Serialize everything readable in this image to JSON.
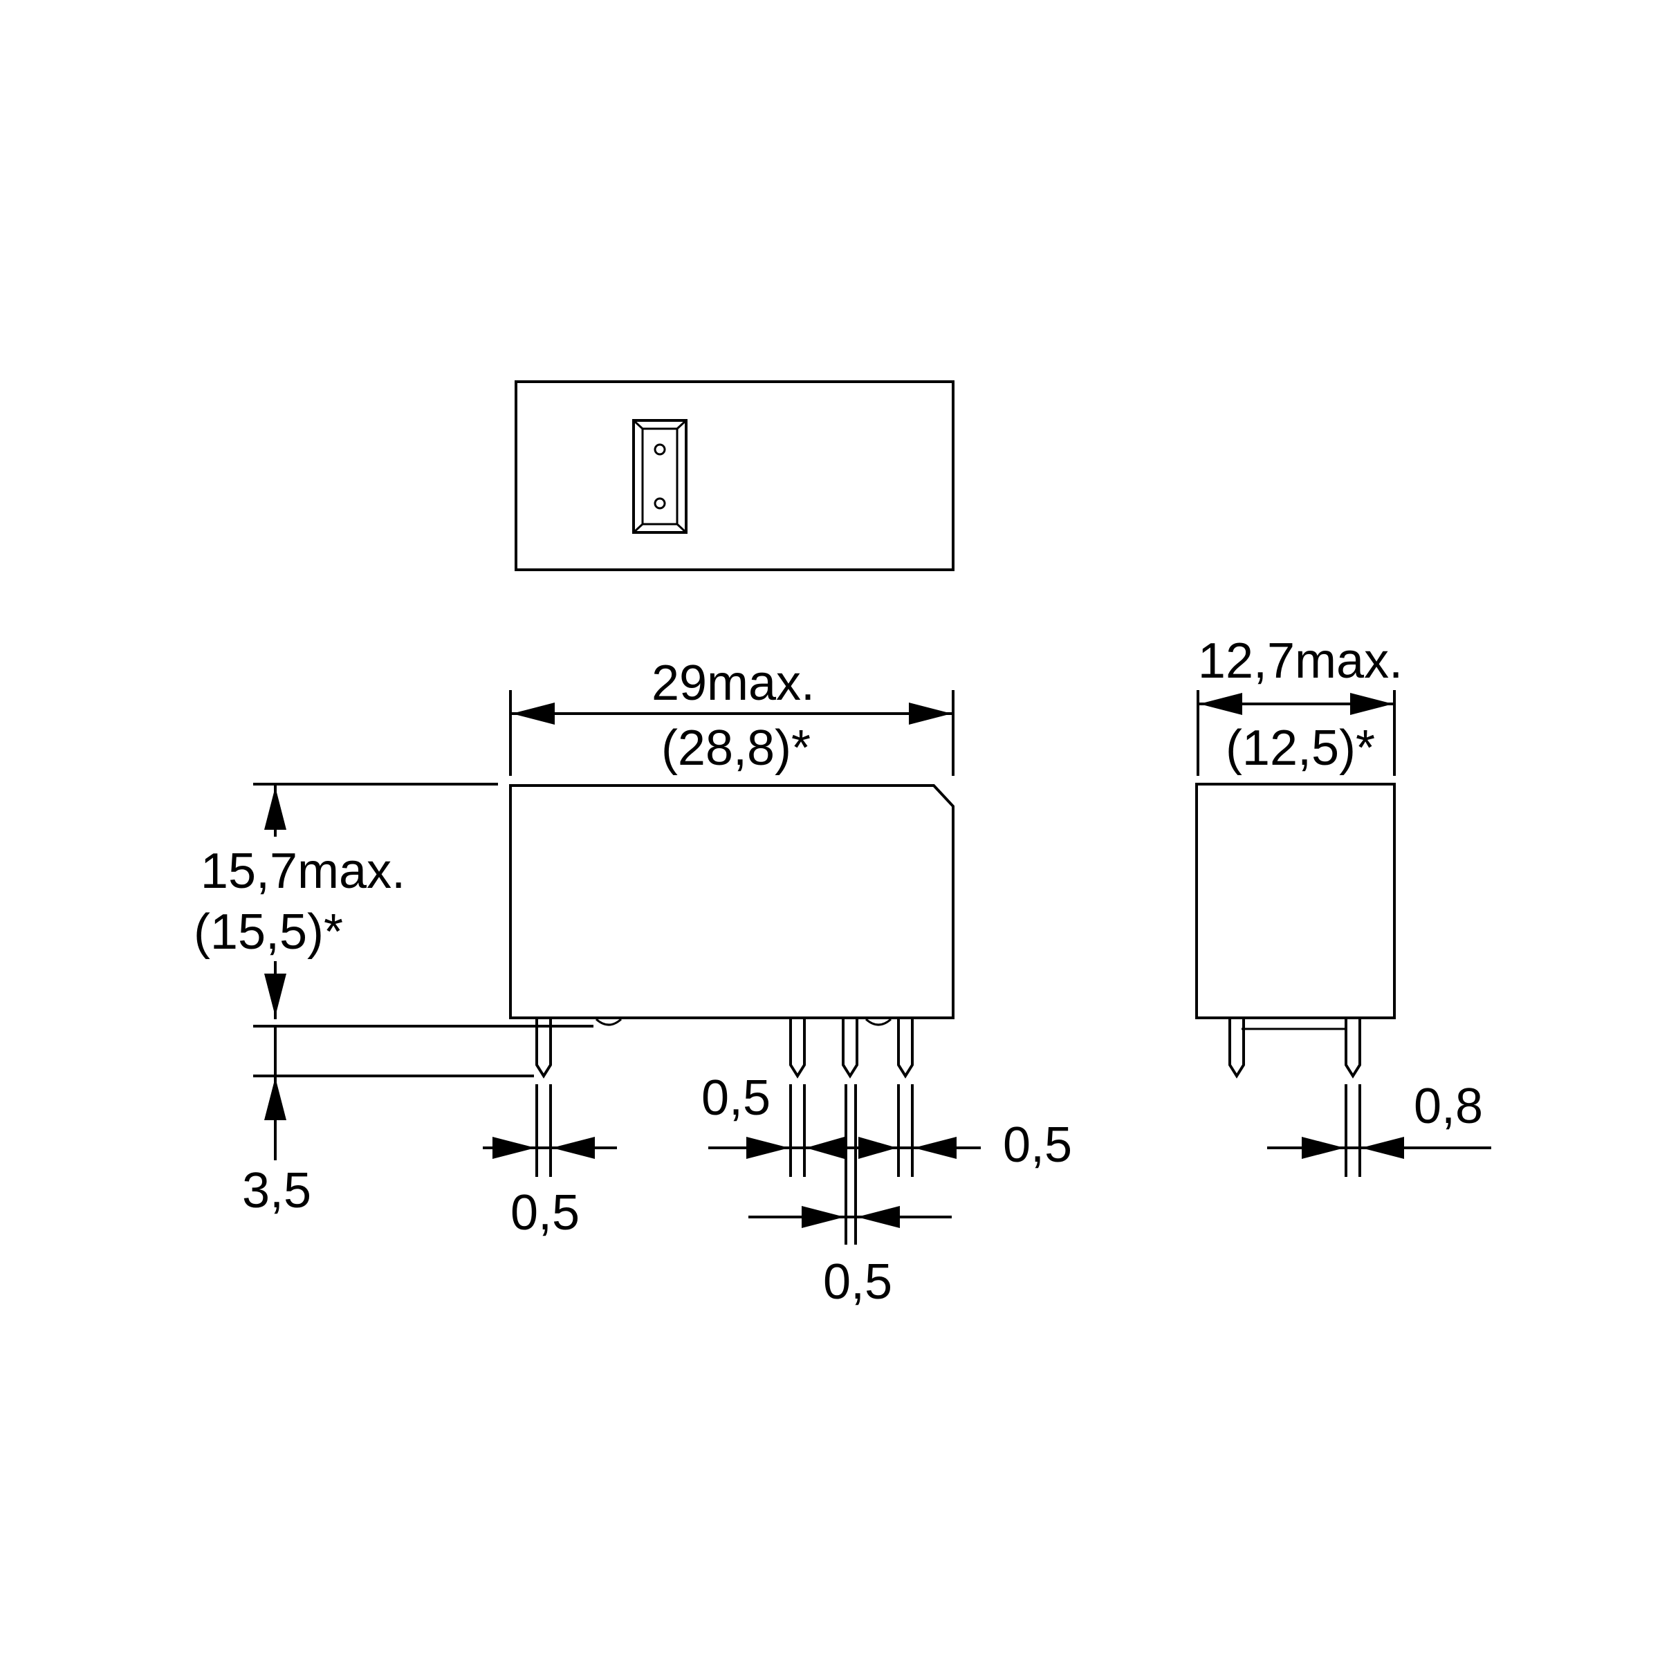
{
  "labels": {
    "length_max": "29max.",
    "length_nominal": "(28,8)*",
    "width_max": "12,7max.",
    "width_nominal": "(12,5)*",
    "height_max": "15,7max.",
    "height_nominal": "(15,5)*",
    "pin_length": "3,5",
    "pin_width_left": "0,5",
    "pin_width_mid_left": "0,5",
    "pin_width_mid_right": "0,5",
    "pin_width_center": "0,5",
    "pin_width_side": "0,8"
  }
}
